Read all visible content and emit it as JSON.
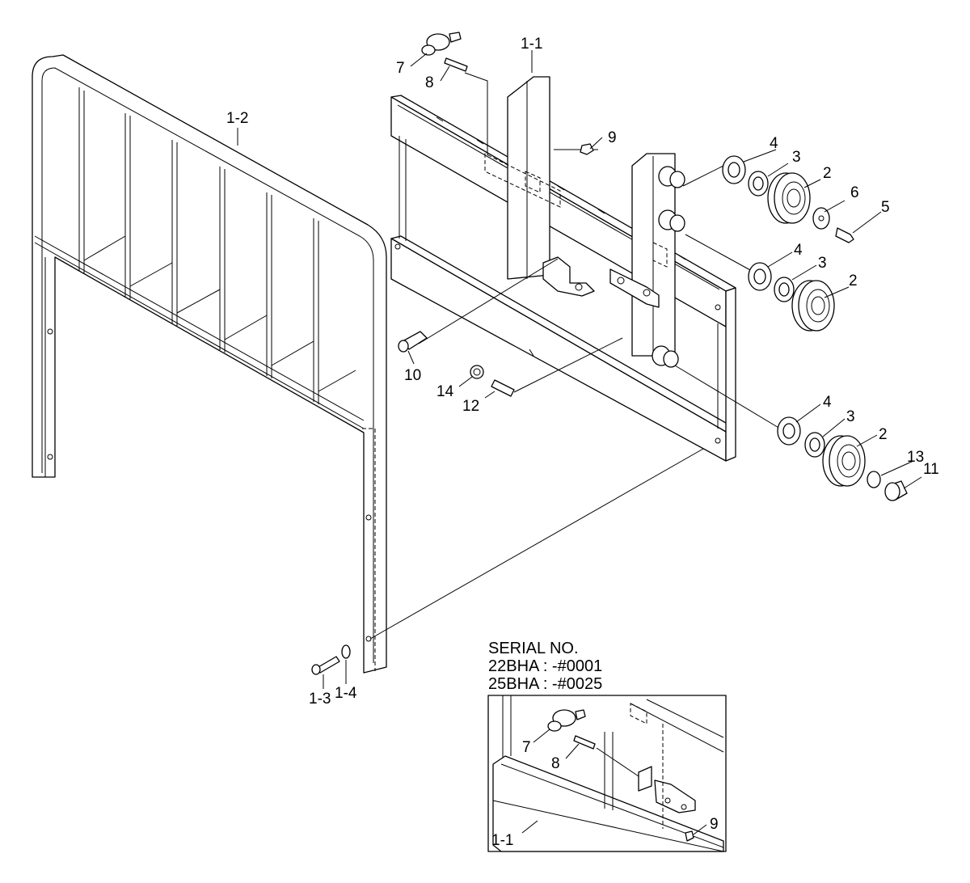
{
  "serial": {
    "title": "SERIAL NO.",
    "line1": "22BHA : -#0001",
    "line2": "25BHA : -#0025"
  },
  "callouts": {
    "c1_1": "1-1",
    "c1_2": "1-2",
    "c1_3": "1-3",
    "c1_4": "1-4",
    "c2a": "2",
    "c2b": "2",
    "c2c": "2",
    "c3a": "3",
    "c3b": "3",
    "c3c": "3",
    "c4a": "4",
    "c4b": "4",
    "c4c": "4",
    "c5": "5",
    "c6": "6",
    "c7": "7",
    "c8": "8",
    "c9": "9",
    "c10": "10",
    "c11": "11",
    "c12": "12",
    "c13": "13",
    "c14": "14"
  },
  "inset_callouts": {
    "c7": "7",
    "c8": "8",
    "c9": "9",
    "c1_1": "1-1"
  }
}
